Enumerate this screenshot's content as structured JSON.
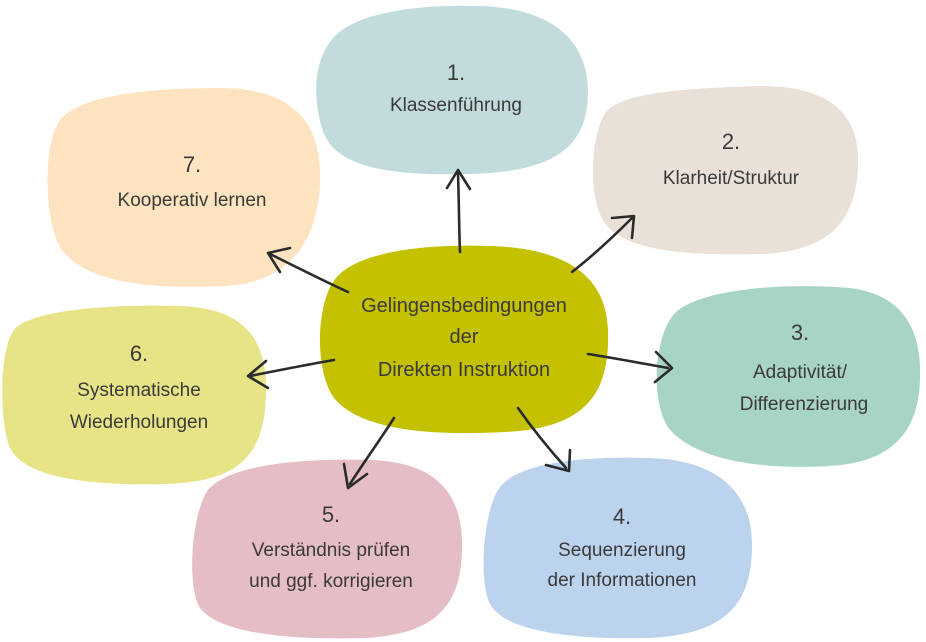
{
  "center": {
    "line1": "Gelingensbedingungen",
    "line2": "der",
    "line3": "Direkten Instruktion",
    "color": "#c3c100"
  },
  "nodes": [
    {
      "number": "1.",
      "line1": "Klassenführung",
      "line2": "",
      "color": "#c2dcdd"
    },
    {
      "number": "2.",
      "line1": "Klarheit/Struktur",
      "line2": "",
      "color": "#e9e1d8"
    },
    {
      "number": "3.",
      "line1": "Adaptivität/",
      "line2": "Differenzierung",
      "color": "#a8d4c3"
    },
    {
      "number": "4.",
      "line1": "Sequenzierung",
      "line2": "der Informationen",
      "color": "#bcd3ee"
    },
    {
      "number": "5.",
      "line1": "Verständnis prüfen",
      "line2": "und ggf. korrigieren",
      "color": "#e5bdc4"
    },
    {
      "number": "6.",
      "line1": "Systematische",
      "line2": "Wiederholungen",
      "color": "#e7e487"
    },
    {
      "number": "7.",
      "line1": "Kooperativ lernen",
      "line2": "",
      "color": "#fde3bf"
    }
  ]
}
